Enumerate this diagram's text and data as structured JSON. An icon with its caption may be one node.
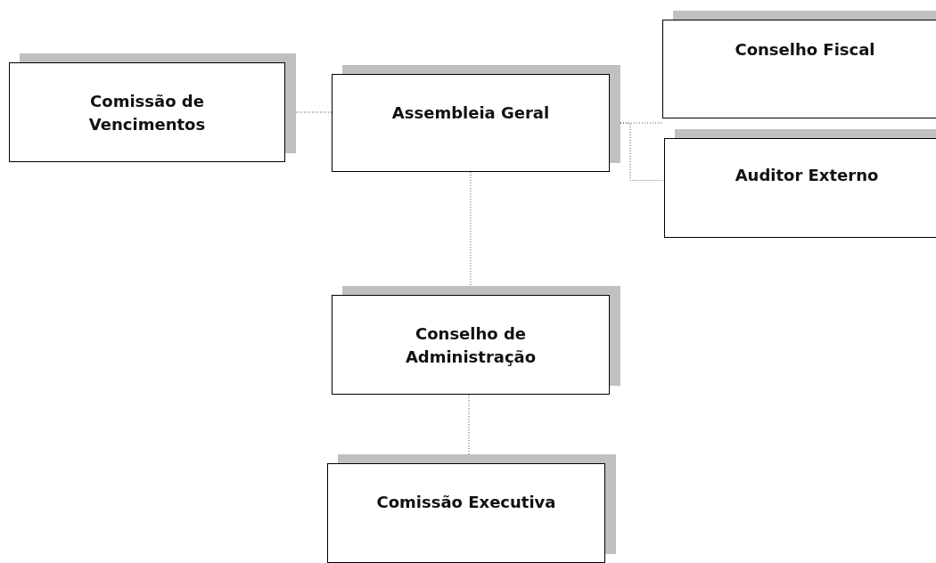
{
  "diagram": {
    "nodes": [
      {
        "text": [
          "Comissão de Vencimentos"
        ]
      },
      {
        "text": [
          "Assembleia Geral"
        ]
      },
      {
        "text": [
          "Conselho Fiscal"
        ]
      },
      {
        "text": [
          "Auditor Externo"
        ]
      },
      {
        "text": [
          "Conselho de Administração"
        ]
      },
      {
        "text": [
          "Comissão Executiva"
        ]
      }
    ],
    "edges": [
      {
        "from": 0,
        "to": 1,
        "arrow": "none"
      },
      {
        "from": 1,
        "to": 2,
        "arrow": "none"
      },
      {
        "from": 1,
        "to": 3,
        "arrow": "none"
      },
      {
        "from": 1,
        "to": 4,
        "arrow": "none"
      },
      {
        "from": 4,
        "to": 5,
        "arrow": "none"
      }
    ]
  }
}
